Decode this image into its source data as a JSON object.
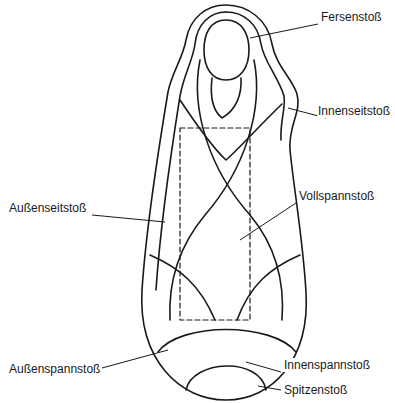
{
  "diagram": {
    "labels": [
      "Fersenstoß",
      "Innenseitstoß",
      "Außenseitstoß",
      "Vollspannstoß",
      "Außenspannstoß",
      "Innenspannstoß",
      "Spitzenstoß"
    ]
  }
}
